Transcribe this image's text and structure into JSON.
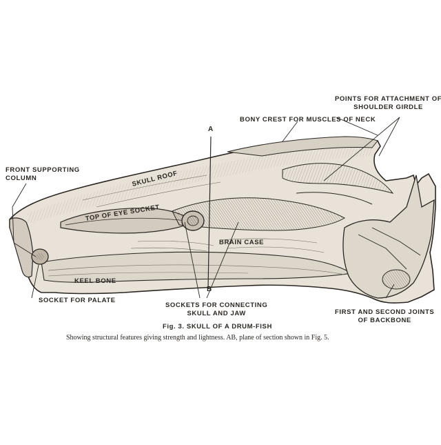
{
  "labels": {
    "points_attachment_line1": "POINTS FOR ATTACHMENT OF",
    "points_attachment_line2": "SHOULDER GIRDLE",
    "bony_crest": "BONY CREST FOR MUSCLES OF NECK",
    "front_support_line1": "FRONT SUPPORTING",
    "front_support_line2": "COLUMN",
    "skull_roof": "SKULL ROOF",
    "top_eye_socket": "TOP OF EYE SOCKET",
    "brain_case": "BRAIN CASE",
    "keel_bone": "KEEL BONE",
    "socket_palate": "SOCKET FOR PALATE",
    "sockets_connecting_line1": "SOCKETS FOR CONNECTING",
    "sockets_connecting_line2": "SKULL AND JAW",
    "backbone_line1": "FIRST AND SECOND JOINTS",
    "backbone_line2": "OF BACKBONE",
    "marker_a": "A",
    "marker_b": "B"
  },
  "caption": {
    "title": "Fig. 3.  SKULL OF A DRUM-FISH",
    "subtitle": "Showing structural features giving strength and lightness.  AB, plane of section shown in Fig. 5."
  },
  "colors": {
    "ink": "#2a2622",
    "bone": "#e8e2d8",
    "shade": "#b9b1a5",
    "paper": "#ffffff"
  }
}
